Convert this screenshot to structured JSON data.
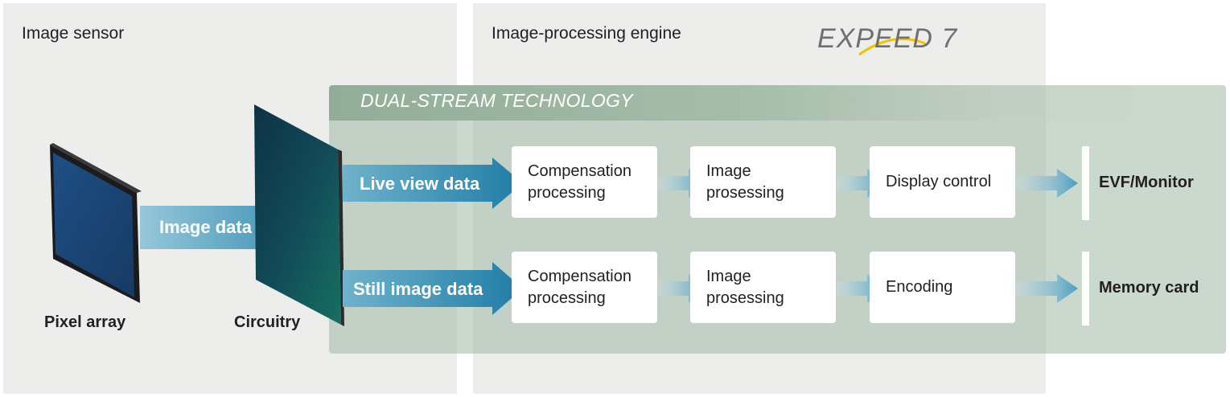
{
  "panels": {
    "sensor_title": "Image sensor",
    "engine_title": "Image-processing engine"
  },
  "logo": {
    "text": "EXPEED 7"
  },
  "band": {
    "title": "DUAL-STREAM TECHNOLOGY"
  },
  "sensor": {
    "pixel_array_label": "Pixel array",
    "circuitry_label": "Circuitry",
    "image_data_label": "Image data"
  },
  "streams": {
    "live": {
      "label": "Live view data",
      "step1": [
        "Compensation",
        "processing"
      ],
      "step2": [
        "Image",
        "prosessing"
      ],
      "step3": "Display control",
      "output": "EVF/Monitor"
    },
    "still": {
      "label": "Still image data",
      "step1": [
        "Compensation",
        "processing"
      ],
      "step2": [
        "Image",
        "prosessing"
      ],
      "step3": "Encoding",
      "output": "Memory card"
    }
  },
  "colors": {
    "panel_bg": "#ededec",
    "band_bg": "#b7c7ba",
    "arrow": "#3a8db0",
    "sensor_face": "#1e4f7a",
    "circuitry_face": "#0f3e4f"
  }
}
